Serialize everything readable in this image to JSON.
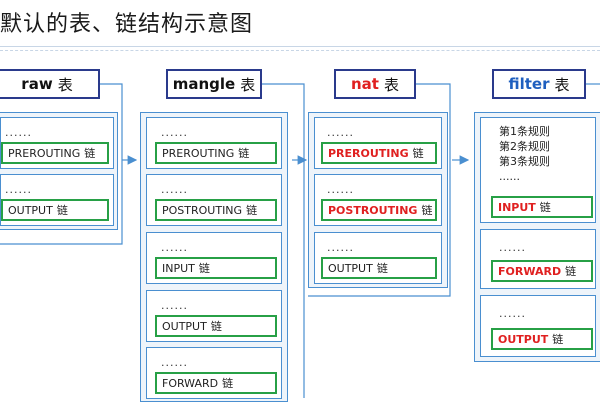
{
  "title": "默认的表、链结构示意图",
  "colors": {
    "panel_border": "#4a8fd0",
    "panel_fill": "#eef4fa",
    "header_border": "#2a3a8c",
    "chain_border": "#27a046",
    "highlight_red": "#e02020",
    "filter_blue": "#1f5fbf"
  },
  "tables": {
    "raw": {
      "name": "raw",
      "suffix": "表",
      "chains": [
        {
          "dots": "......",
          "name": "PREROUTING",
          "suffix": "链"
        },
        {
          "dots": "......",
          "name": "OUTPUT",
          "suffix": "链"
        }
      ]
    },
    "mangle": {
      "name": "mangle",
      "suffix": "表",
      "chains": [
        {
          "dots": "......",
          "name": "PREROUTING",
          "suffix": "链"
        },
        {
          "dots": "......",
          "name": "POSTROUTING",
          "suffix": "链"
        },
        {
          "dots": "......",
          "name": "INPUT",
          "suffix": "链"
        },
        {
          "dots": "......",
          "name": "OUTPUT",
          "suffix": "链"
        },
        {
          "dots": "......",
          "name": "FORWARD",
          "suffix": "链"
        }
      ]
    },
    "nat": {
      "name": "nat",
      "suffix": "表",
      "chains": [
        {
          "dots": "......",
          "name": "PREROUTING",
          "suffix": "链"
        },
        {
          "dots": "......",
          "name": "POSTROUTING",
          "suffix": "链"
        },
        {
          "dots": "......",
          "name": "OUTPUT",
          "suffix": "链"
        }
      ]
    },
    "filter": {
      "name": "filter",
      "suffix": "表",
      "rules": [
        "第1条规则",
        "第2条规则",
        "第3条规则",
        "......"
      ],
      "chains": [
        {
          "dots": "",
          "name": "INPUT",
          "suffix": "链"
        },
        {
          "dots": "......",
          "name": "FORWARD",
          "suffix": "链"
        },
        {
          "dots": "......",
          "name": "OUTPUT",
          "suffix": "链"
        }
      ]
    }
  }
}
